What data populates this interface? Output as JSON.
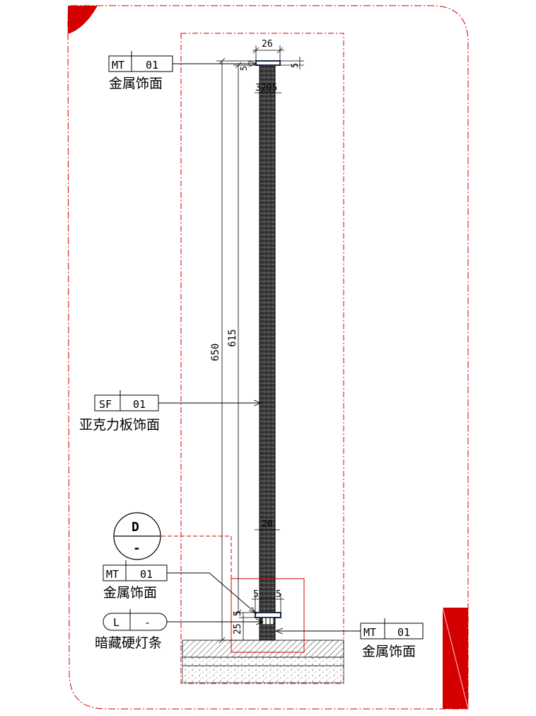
{
  "colors": {
    "frame": "#d40000",
    "line": "#000000",
    "panel": "#1a1a1a",
    "cap": "#1c2a4a"
  },
  "tags": {
    "mt_top": {
      "code": "MT",
      "num": "01",
      "label": "金属饰面"
    },
    "sf": {
      "code": "SF",
      "num": "01",
      "label": "亚克力板饰面"
    },
    "mt_mid": {
      "code": "MT",
      "num": "01",
      "label": "金属饰面"
    },
    "mt_right": {
      "code": "MT",
      "num": "01",
      "label": "金属饰面"
    },
    "light": {
      "code": "L",
      "num": "-",
      "label": "暗藏硬灯条"
    }
  },
  "detail_marker": {
    "letter": "D",
    "sub": "-"
  },
  "dimensions": {
    "top_width": "26",
    "top_cap_right": "5",
    "top_cap_left": "5",
    "top_inner": "3205",
    "total_height": "650",
    "panel_height": "615",
    "panel_thickness": "20",
    "bottom_left": "5",
    "bottom_right": "5",
    "base_a": "25",
    "base_b": "5"
  }
}
